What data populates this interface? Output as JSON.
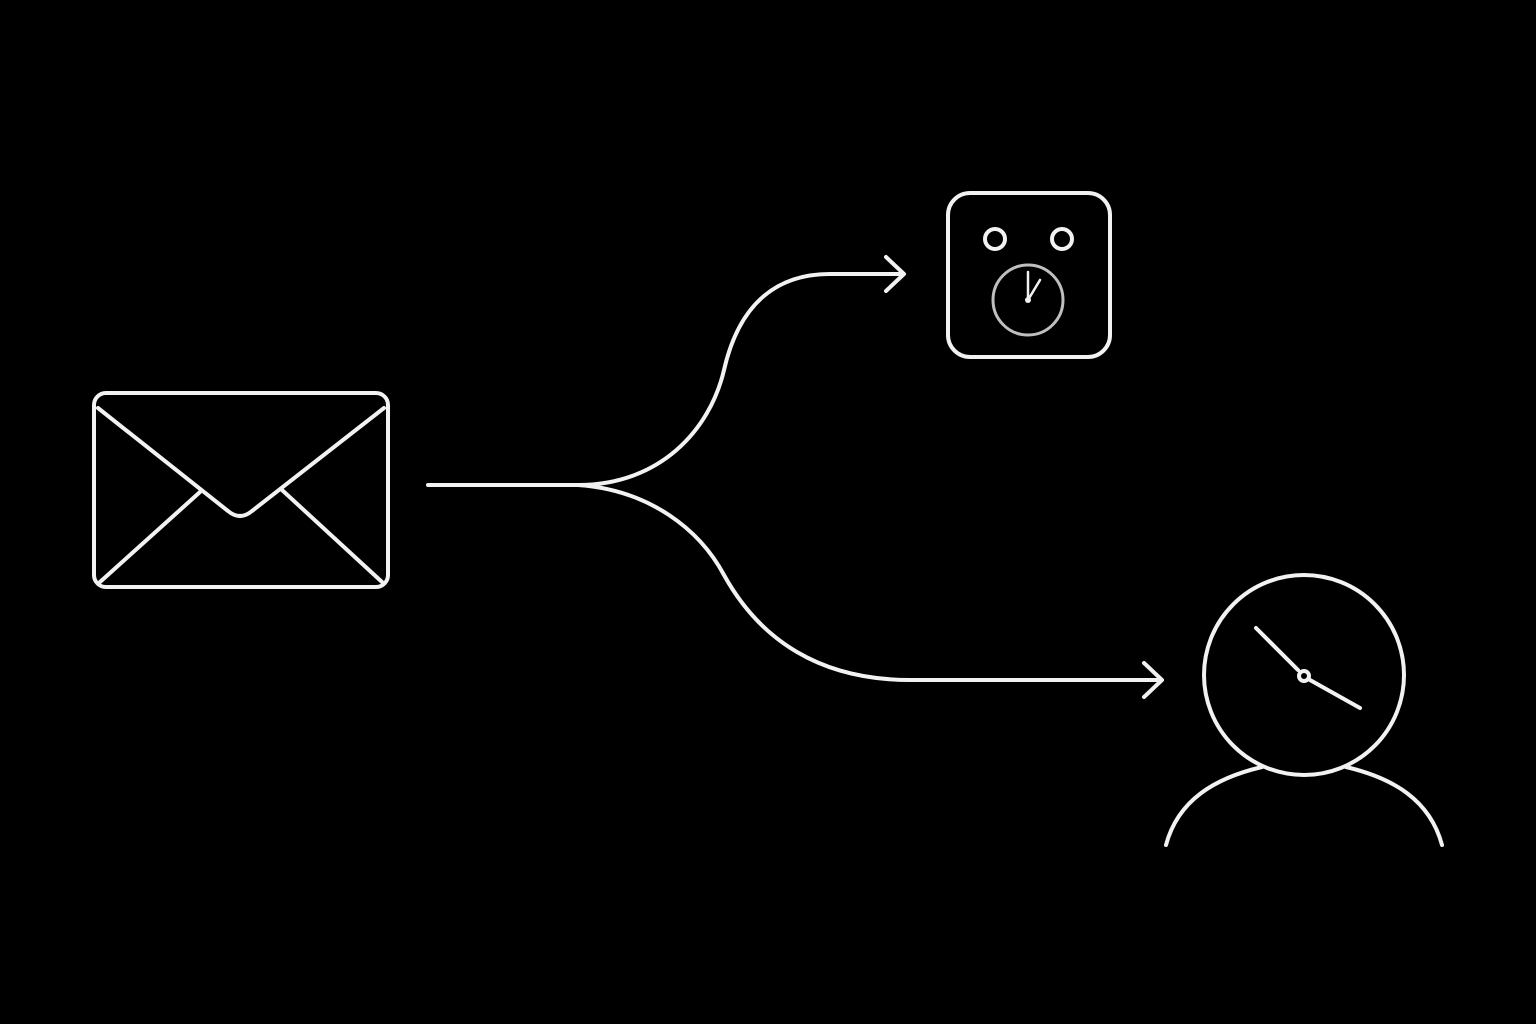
{
  "diagram": {
    "kind": "flow",
    "background_color": "#000000",
    "stroke_color": "#f2f2f2",
    "secondary_stroke_color": "#bfbfbf",
    "nodes": [
      {
        "id": "source",
        "icon": "envelope-icon",
        "role": "source"
      },
      {
        "id": "top-target",
        "icon": "device-with-dial-icon",
        "role": "target"
      },
      {
        "id": "bottom-target",
        "icon": "person-with-clock-head-icon",
        "role": "target"
      }
    ],
    "edges": [
      {
        "from": "source",
        "to": "top-target",
        "style": "curved-arrow"
      },
      {
        "from": "source",
        "to": "bottom-target",
        "style": "curved-arrow"
      }
    ]
  }
}
